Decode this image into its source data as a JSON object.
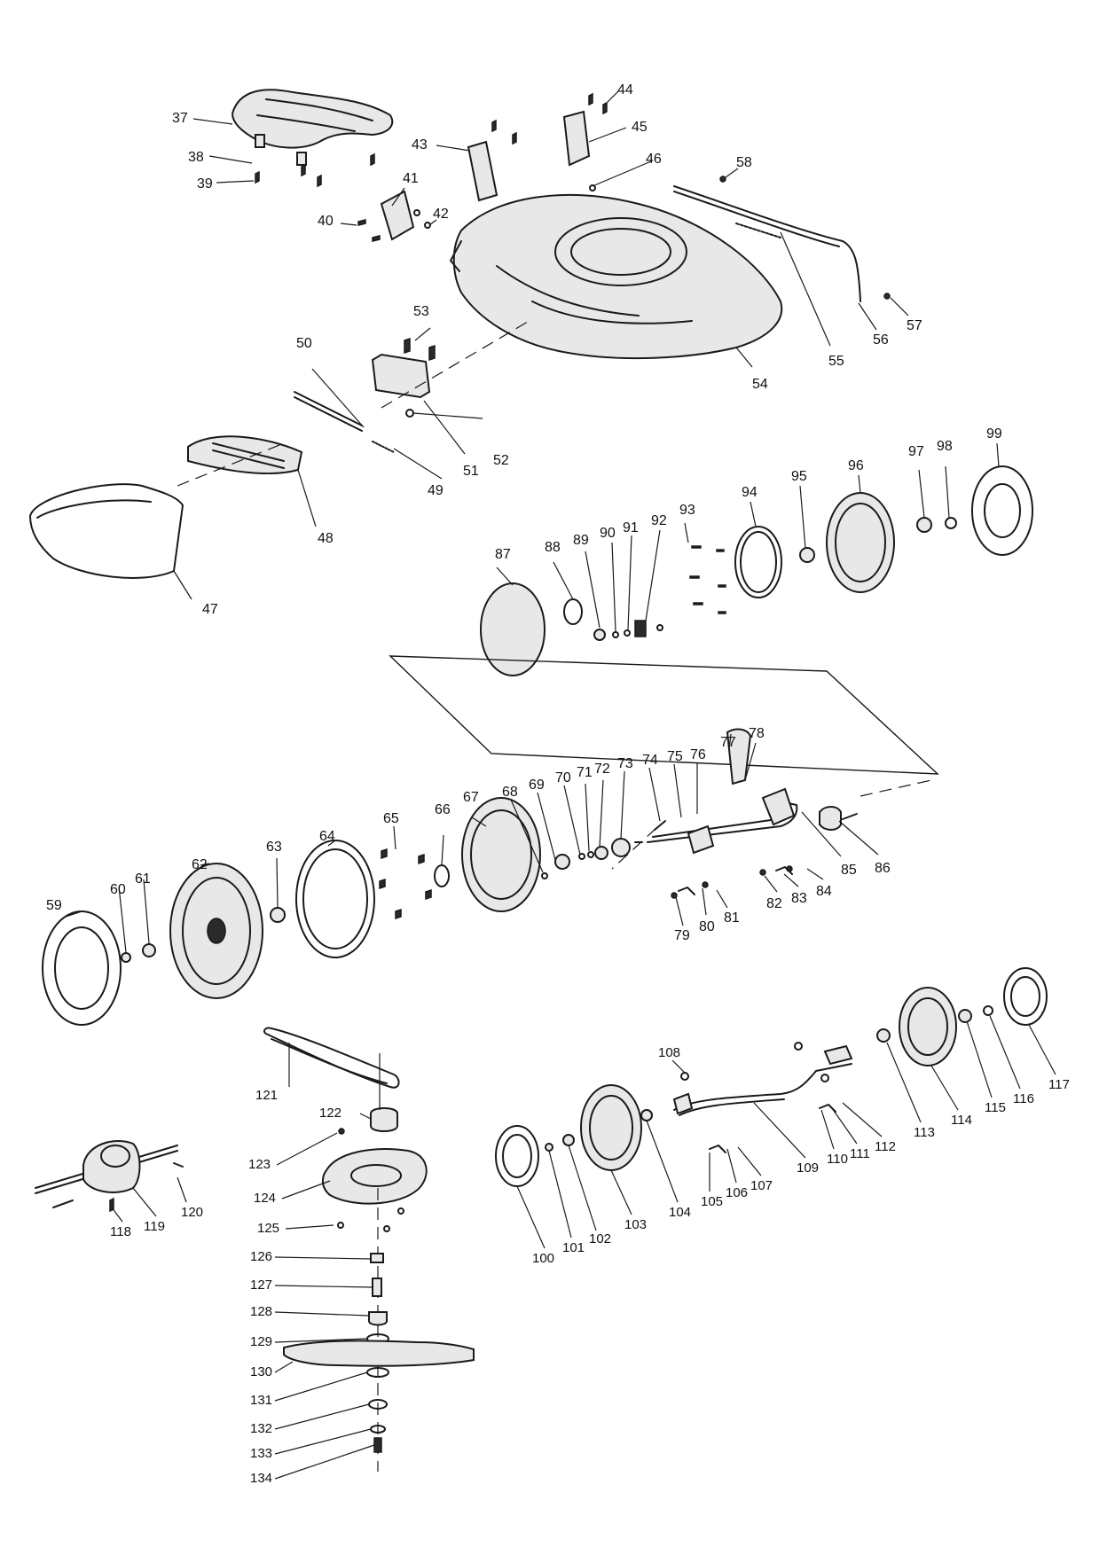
{
  "callouts": {
    "c37": "37",
    "c38": "38",
    "c39": "39",
    "c40": "40",
    "c41": "41",
    "c42": "42",
    "c43": "43",
    "c44": "44",
    "c45": "45",
    "c46": "46",
    "c47": "47",
    "c48": "48",
    "c49": "49",
    "c50": "50",
    "c51": "51",
    "c52": "52",
    "c53": "53",
    "c54": "54",
    "c55": "55",
    "c56": "56",
    "c57": "57",
    "c58": "58",
    "c59": "59",
    "c60": "60",
    "c61": "61",
    "c62": "62",
    "c63": "63",
    "c64": "64",
    "c65": "65",
    "c66": "66",
    "c67": "67",
    "c68": "68",
    "c69": "69",
    "c70": "70",
    "c71": "71",
    "c72": "72",
    "c73": "73",
    "c74": "74",
    "c75": "75",
    "c76": "76",
    "c77": "77",
    "c78": "78",
    "c79": "79",
    "c80": "80",
    "c81": "81",
    "c82": "82",
    "c83": "83",
    "c84": "84",
    "c85": "85",
    "c86": "86",
    "c87": "87",
    "c88": "88",
    "c89": "89",
    "c90": "90",
    "c91": "91",
    "c92": "92",
    "c93": "93",
    "c94": "94",
    "c95": "95",
    "c96": "96",
    "c97": "97",
    "c98": "98",
    "c99": "99",
    "c100": "100",
    "c101": "101",
    "c102": "102",
    "c103": "103",
    "c104": "104",
    "c105": "105",
    "c106": "106",
    "c107": "107",
    "c108": "108",
    "c109": "109",
    "c110": "110",
    "c111": "111",
    "c112": "112",
    "c113": "113",
    "c114": "114",
    "c115": "115",
    "c116": "116",
    "c117": "117",
    "c118": "118",
    "c119": "119",
    "c120": "120",
    "c121": "121",
    "c122": "122",
    "c123": "123",
    "c124": "124",
    "c125": "125",
    "c126": "126",
    "c127": "127",
    "c128": "128",
    "c129": "129",
    "c130": "130",
    "c131": "131",
    "c132": "132",
    "c133": "133",
    "c134": "134"
  }
}
